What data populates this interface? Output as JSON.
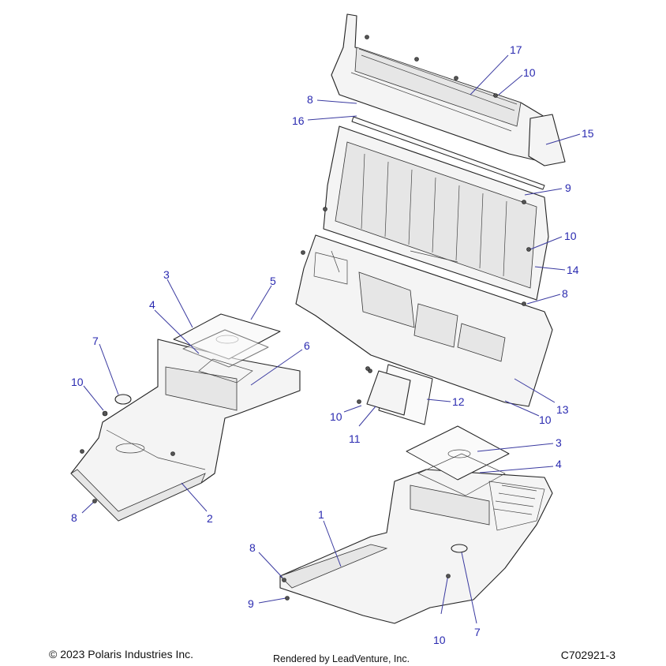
{
  "footer": {
    "copyright": "© 2023 Polaris Industries Inc.",
    "rendered_by": "Rendered by LeadVenture, Inc.",
    "diagram_id": "C702921-3"
  },
  "callouts": {
    "c17": "17",
    "c10a": "10",
    "c8a": "8",
    "c16": "16",
    "c15": "15",
    "c9a": "9",
    "c10b": "10",
    "c14": "14",
    "c8b": "8",
    "c3a": "3",
    "c5": "5",
    "c4a": "4",
    "c7a": "7",
    "c6": "6",
    "c10c": "10",
    "c12": "12",
    "c13": "13",
    "c10d": "10",
    "c10e": "10",
    "c11": "11",
    "c3b": "3",
    "c4b": "4",
    "c2": "2",
    "c8c": "8",
    "c1": "1",
    "c8d": "8",
    "c9b": "9",
    "c7b": "7",
    "c10f": "10"
  },
  "colors": {
    "callout": "#2a2ab0",
    "line": "#222222"
  }
}
